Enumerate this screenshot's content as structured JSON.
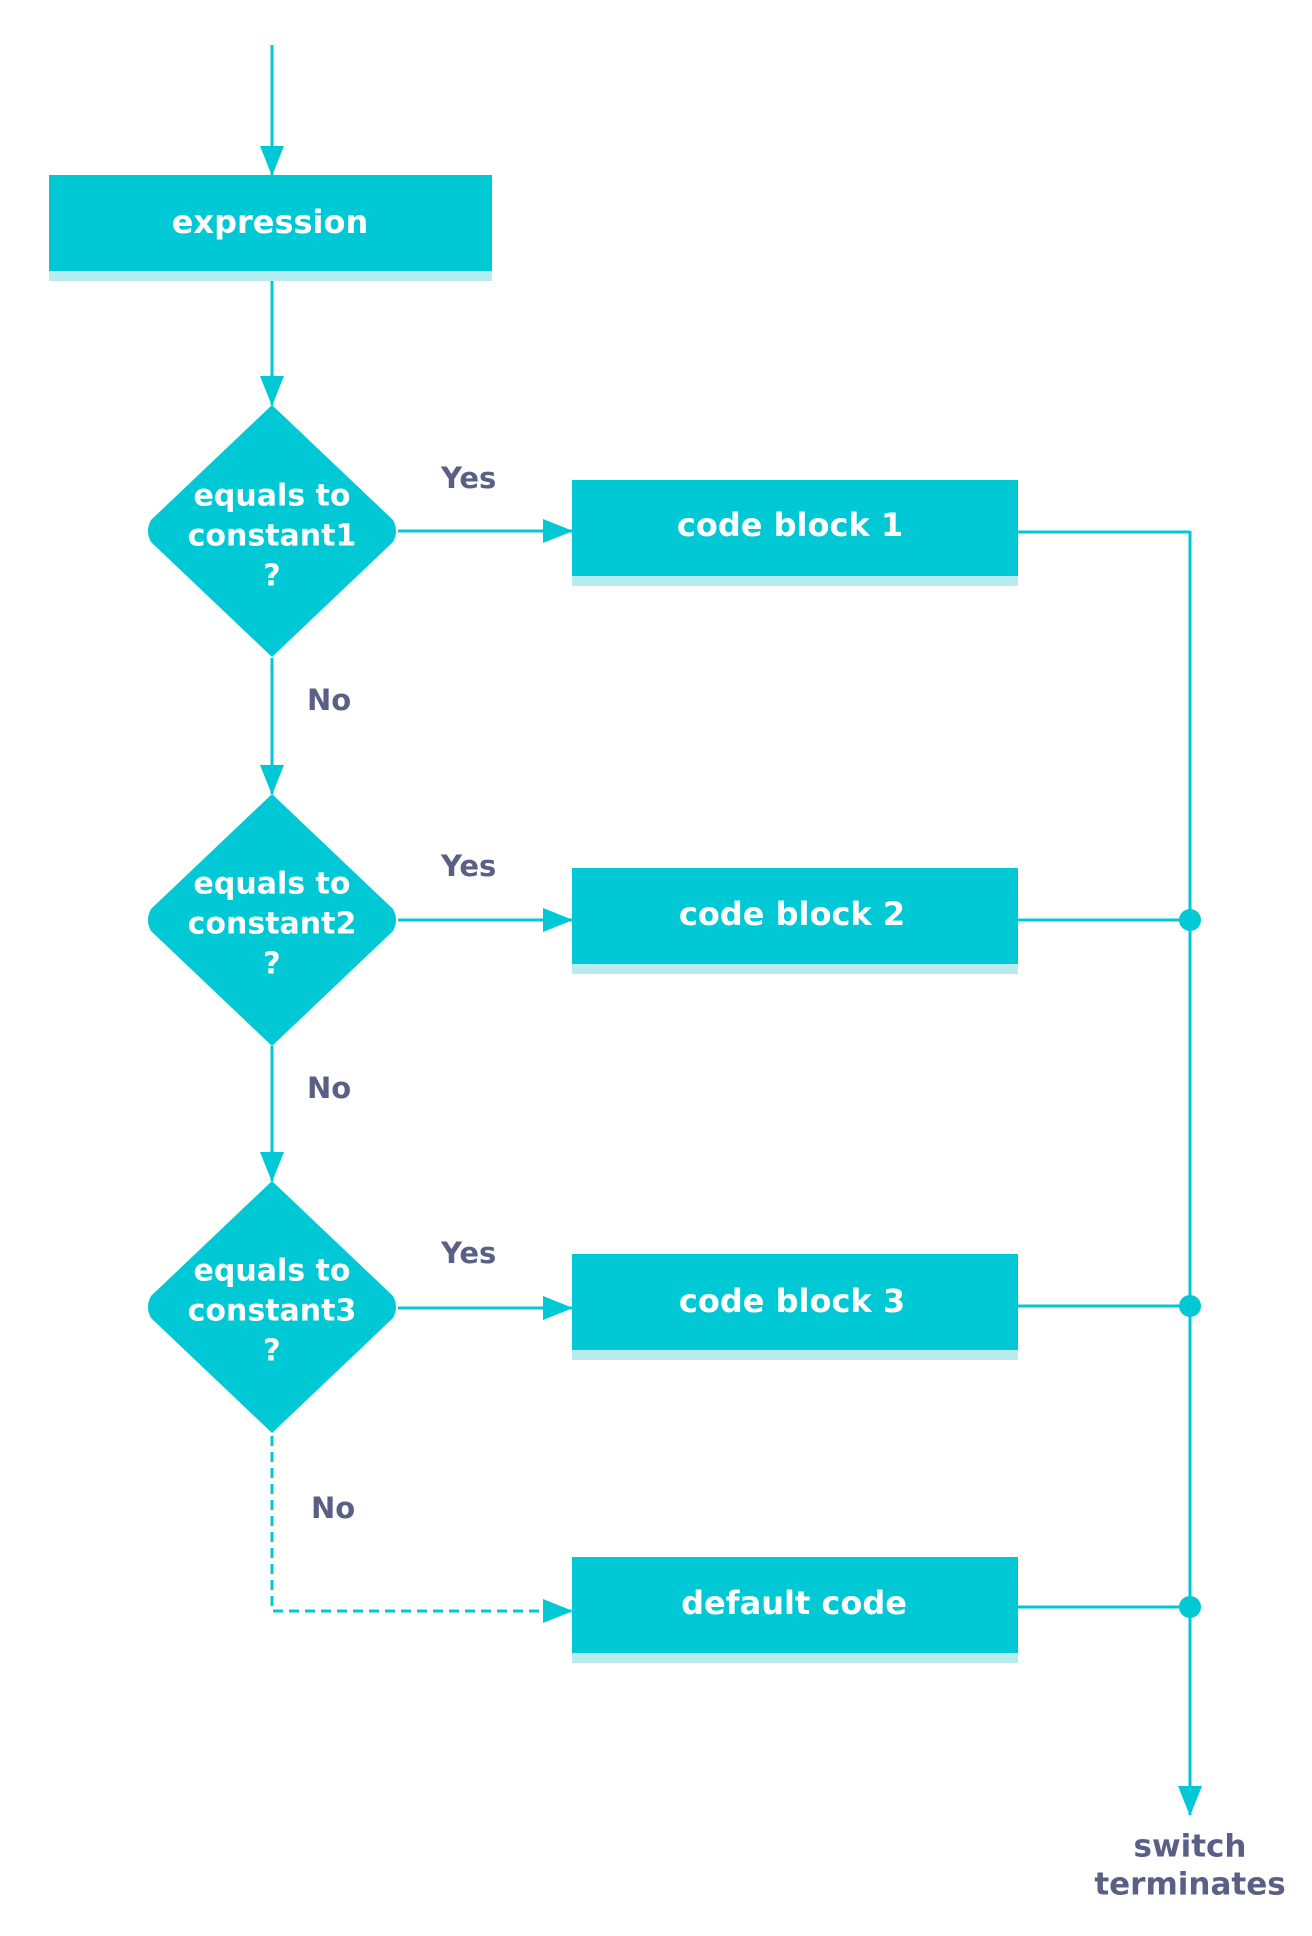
{
  "colors": {
    "primary": "#00c8d5",
    "shadow": "#b6ecef",
    "label": "#5a5f86",
    "background": "#ffffff"
  },
  "nodes": {
    "expression": "expression",
    "decision1": [
      "equals to",
      "constant1",
      "?"
    ],
    "decision2": [
      "equals to",
      "constant2",
      "?"
    ],
    "decision3": [
      "equals to",
      "constant3",
      "?"
    ],
    "block1": "code block 1",
    "block2": "code block 2",
    "block3": "code block 3",
    "default": "default code",
    "terminal": [
      "switch",
      "terminates"
    ]
  },
  "edge_labels": {
    "yes1": "Yes",
    "yes2": "Yes",
    "yes3": "Yes",
    "no1": "No",
    "no2": "No",
    "no3": "No"
  }
}
